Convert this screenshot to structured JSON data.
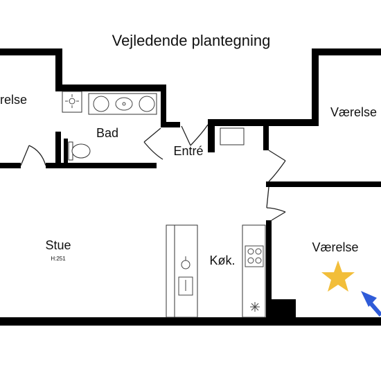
{
  "title": "Vejledende plantegning",
  "rooms": {
    "vaerelse_left": "relse",
    "bad": "Bad",
    "entre": "Entré",
    "vaerelse_top_right": "Værelse",
    "stue": "Stue",
    "stue_height": "H:251",
    "koekken": "Køk.",
    "vaerelse_bottom_right": "Værelse"
  },
  "markers": {
    "star_color": "#F2BE3A",
    "arrow_color": "#2F5BD8",
    "star_icon": "star-icon",
    "arrow_icon": "arrow-icon"
  }
}
